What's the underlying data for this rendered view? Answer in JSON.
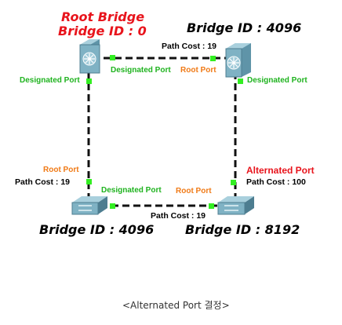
{
  "diagram": {
    "root_bridge": {
      "title": "Root Bridge",
      "id": "Bridge ID : 0"
    },
    "top_right": {
      "id": "Bridge ID : 4096"
    },
    "bottom_left": {
      "id": "Bridge ID : 4096"
    },
    "bottom_right": {
      "id": "Bridge ID : 8192"
    },
    "labels": {
      "path_cost_top": "Path Cost : 19",
      "path_cost_bottom": "Path Cost : 19",
      "path_cost_left": "Path Cost : 19",
      "path_cost_right": "Path Cost : 100",
      "designated_port": "Designated Port",
      "root_port": "Root Port",
      "alternated_port": "Alternated Port"
    },
    "colors": {
      "designated": "#1fb31f",
      "root_port": "#f07a16",
      "alternated": "#e8141c",
      "device": "#7fb2c4"
    }
  },
  "caption": "<Alternated Port 결정>"
}
